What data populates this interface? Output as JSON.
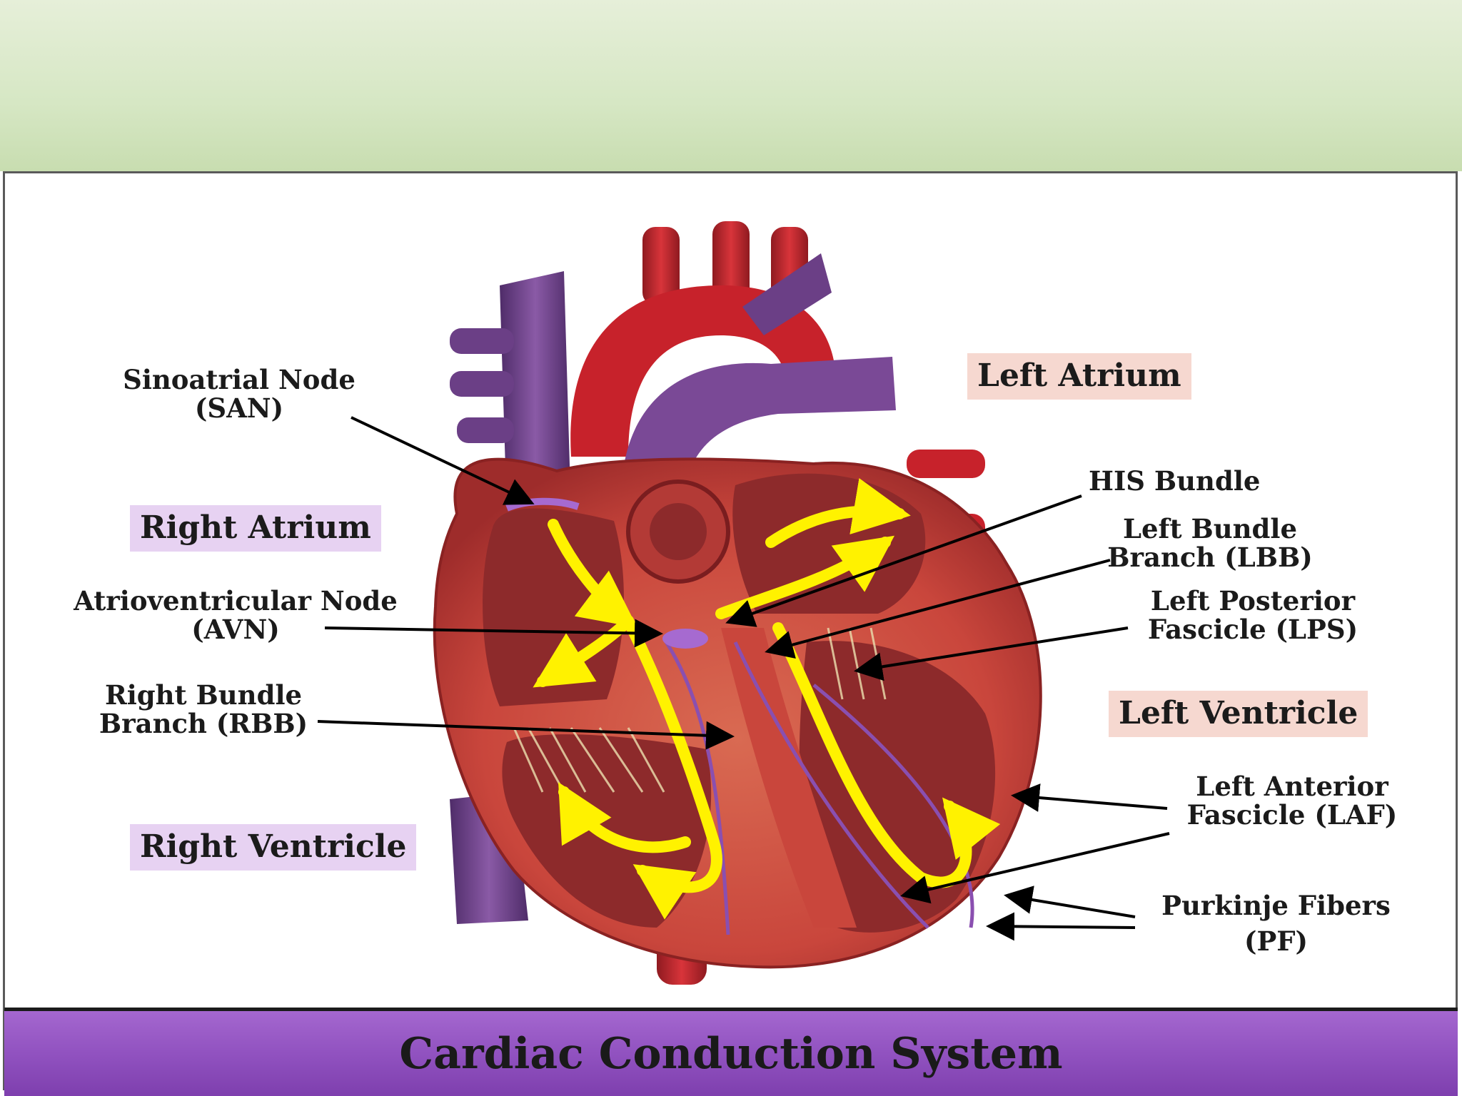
{
  "title": "Cardiac Conduction System",
  "labels": {
    "san": [
      "Sinoatrial Node",
      "(SAN)"
    ],
    "right_atrium": "Right Atrium",
    "avn": [
      "Atrioventricular Node",
      "(AVN)"
    ],
    "rbb": [
      "Right Bundle",
      "Branch (RBB)"
    ],
    "right_ventricle": "Right Ventricle",
    "left_atrium": "Left Atrium",
    "his": "HIS Bundle",
    "lbb": [
      "Left Bundle",
      "Branch (LBB)"
    ],
    "lps": [
      "Left Posterior",
      "Fascicle (LPS)"
    ],
    "left_ventricle": "Left Ventricle",
    "laf": [
      "Left Anterior",
      "Fascicle (LAF)"
    ],
    "pf": [
      "Purkinje Fibers",
      "(PF)"
    ]
  },
  "colors": {
    "background_top": "#d6e7c4",
    "title_bar": "#9152c0",
    "right_label_bg": "#e7d2f2",
    "left_label_bg": "#f6d8d0",
    "muscle": "#c9463c",
    "vessel_red": "#c7222b",
    "vessel_purple": "#6b3f86",
    "conduction": "#fff200"
  }
}
